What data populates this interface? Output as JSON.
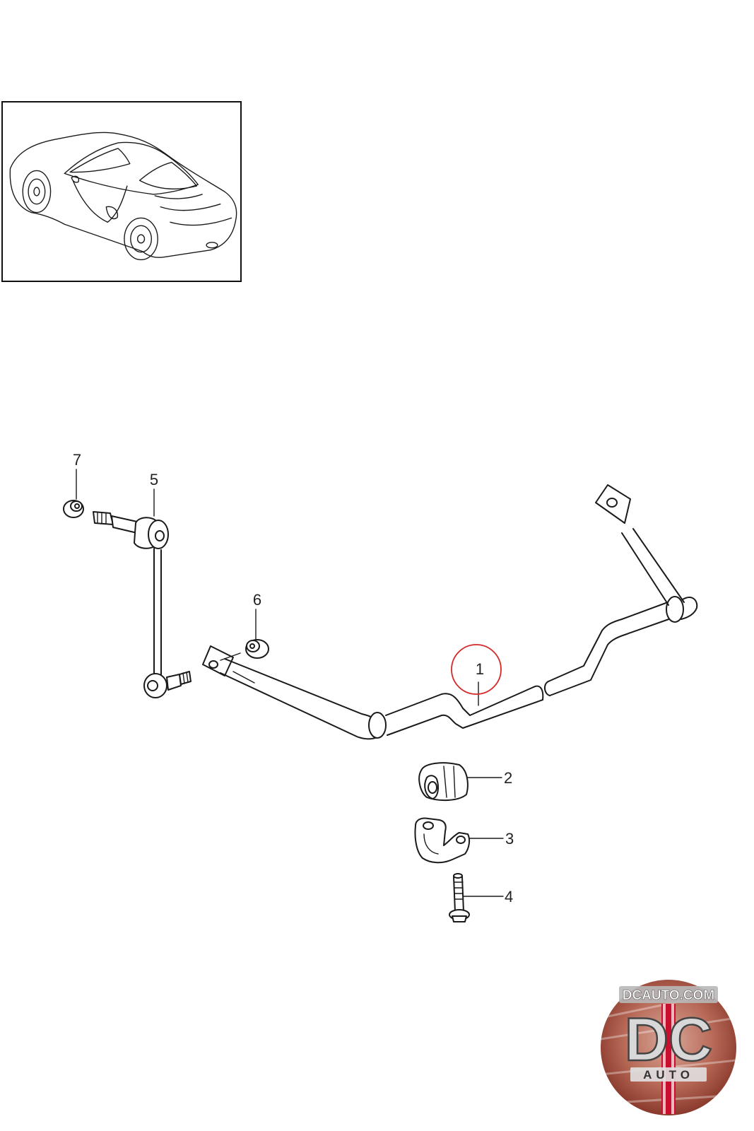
{
  "callouts": [
    {
      "id": "1",
      "label": "1"
    },
    {
      "id": "2",
      "label": "2"
    },
    {
      "id": "3",
      "label": "3"
    },
    {
      "id": "4",
      "label": "4"
    },
    {
      "id": "5",
      "label": "5"
    },
    {
      "id": "6",
      "label": "6"
    },
    {
      "id": "7",
      "label": "7"
    }
  ],
  "highlight": {
    "callout": "1",
    "color": "#d62828"
  },
  "logo": {
    "top_text": "DCAUTO.COM",
    "mark": "DC",
    "bottom_text": "AUTO",
    "accent": "#c8102e"
  }
}
